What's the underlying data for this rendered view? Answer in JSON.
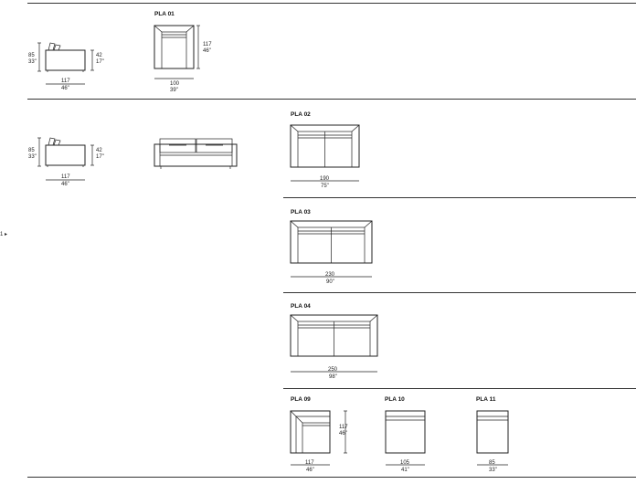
{
  "page_marker": "1 ▸",
  "side_a": {
    "h_cm": "85",
    "h_in": "33\"",
    "seat_cm": "42",
    "seat_in": "17\"",
    "d_cm": "117",
    "d_in": "46\""
  },
  "side_b": {
    "h_cm": "85",
    "h_in": "33\"",
    "seat_cm": "42",
    "seat_in": "17\"",
    "d_cm": "117",
    "d_in": "46\""
  },
  "pla01": {
    "code": "PLA 01",
    "w_cm": "100",
    "w_in": "39\"",
    "d_cm": "117",
    "d_in": "46\""
  },
  "pla02": {
    "code": "PLA 02",
    "w_cm": "190",
    "w_in": "75\""
  },
  "pla03": {
    "code": "PLA 03",
    "w_cm": "230",
    "w_in": "90\""
  },
  "pla04": {
    "code": "PLA 04",
    "w_cm": "250",
    "w_in": "98\""
  },
  "pla09": {
    "code": "PLA 09",
    "w_cm": "117",
    "w_in": "46\"",
    "d_cm": "117",
    "d_in": "46\""
  },
  "pla10": {
    "code": "PLA 10",
    "w_cm": "105",
    "w_in": "41\""
  },
  "pla11": {
    "code": "PLA 11",
    "w_cm": "85",
    "w_in": "33\""
  }
}
